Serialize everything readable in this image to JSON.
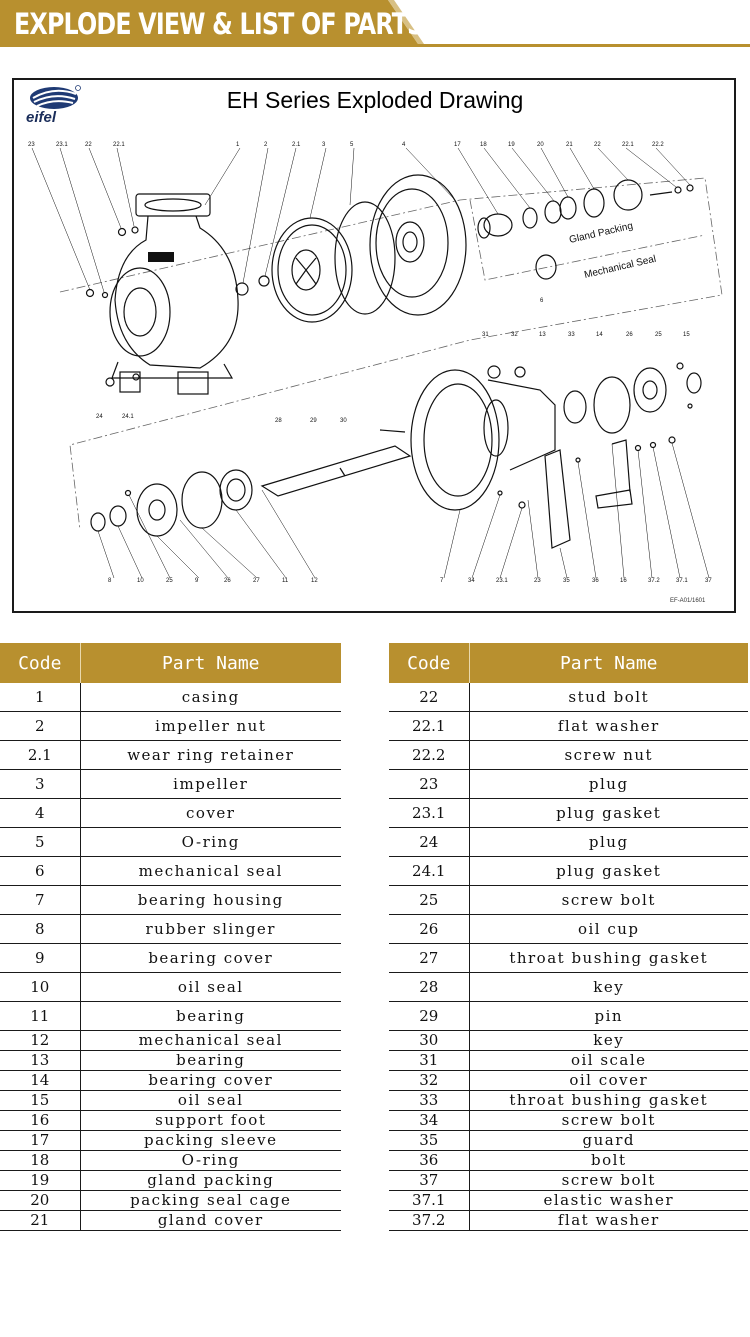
{
  "banner": {
    "title": "EXPLODE VIEW & LIST OF PARTS",
    "color": "#b8902f"
  },
  "drawing": {
    "logo_text": "eifel",
    "title": "EH Series Exploded Drawing",
    "code": "EF-A01/1601",
    "notes": {
      "gland_packing": "Gland Packing",
      "mechanical_seal": "Mechanical Seal"
    },
    "callouts_top": [
      "23",
      "23.1",
      "22",
      "22.1",
      "1",
      "2",
      "2.1",
      "3",
      "5",
      "4",
      "17",
      "18",
      "19",
      "20",
      "21",
      "22",
      "22.1",
      "22.2"
    ],
    "callouts_left": [
      "24",
      "24.1",
      "6"
    ],
    "callouts_mid": [
      "31",
      "32",
      "13",
      "33",
      "14",
      "26",
      "25",
      "15",
      "28",
      "29",
      "30"
    ],
    "callouts_bottom": [
      "8",
      "10",
      "25",
      "9",
      "26",
      "27",
      "11",
      "12",
      "7",
      "34",
      "23.1",
      "23",
      "35",
      "36",
      "16",
      "37.2",
      "37.1",
      "37"
    ]
  },
  "table": {
    "headers": {
      "code": "Code",
      "part_name": "Part Name"
    },
    "header_color": "#b8902f",
    "left": [
      {
        "code": "1",
        "name": "casing"
      },
      {
        "code": "2",
        "name": "impeller nut"
      },
      {
        "code": "2.1",
        "name": "wear ring retainer"
      },
      {
        "code": "3",
        "name": "impeller"
      },
      {
        "code": "4",
        "name": "cover"
      },
      {
        "code": "5",
        "name": "O-ring"
      },
      {
        "code": "6",
        "name": "mechanical seal"
      },
      {
        "code": "7",
        "name": "bearing housing"
      },
      {
        "code": "8",
        "name": "rubber slinger"
      },
      {
        "code": "9",
        "name": "bearing cover"
      },
      {
        "code": "10",
        "name": "oil seal"
      },
      {
        "code": "11",
        "name": "bearing"
      },
      {
        "code": "12",
        "name": "mechanical seal"
      },
      {
        "code": "13",
        "name": "bearing"
      },
      {
        "code": "14",
        "name": "bearing cover"
      },
      {
        "code": "15",
        "name": "oil seal"
      },
      {
        "code": "16",
        "name": "support foot"
      },
      {
        "code": "17",
        "name": "packing sleeve"
      },
      {
        "code": "18",
        "name": "O-ring"
      },
      {
        "code": "19",
        "name": "gland packing"
      },
      {
        "code": "20",
        "name": "packing seal cage"
      },
      {
        "code": "21",
        "name": "gland cover"
      }
    ],
    "right": [
      {
        "code": "22",
        "name": "stud bolt"
      },
      {
        "code": "22.1",
        "name": "flat washer"
      },
      {
        "code": "22.2",
        "name": "screw nut"
      },
      {
        "code": "23",
        "name": "plug"
      },
      {
        "code": "23.1",
        "name": "plug gasket"
      },
      {
        "code": "24",
        "name": "plug"
      },
      {
        "code": "24.1",
        "name": "plug gasket"
      },
      {
        "code": "25",
        "name": "screw bolt"
      },
      {
        "code": "26",
        "name": "oil cup"
      },
      {
        "code": "27",
        "name": "throat bushing gasket"
      },
      {
        "code": "28",
        "name": "key"
      },
      {
        "code": "29",
        "name": "pin"
      },
      {
        "code": "30",
        "name": "key"
      },
      {
        "code": "31",
        "name": "oil scale"
      },
      {
        "code": "32",
        "name": "oil cover"
      },
      {
        "code": "33",
        "name": "throat bushing gasket"
      },
      {
        "code": "34",
        "name": "screw bolt"
      },
      {
        "code": "35",
        "name": "guard"
      },
      {
        "code": "36",
        "name": "bolt"
      },
      {
        "code": "37",
        "name": "screw bolt"
      },
      {
        "code": "37.1",
        "name": "elastic washer"
      },
      {
        "code": "37.2",
        "name": "flat washer"
      }
    ]
  }
}
